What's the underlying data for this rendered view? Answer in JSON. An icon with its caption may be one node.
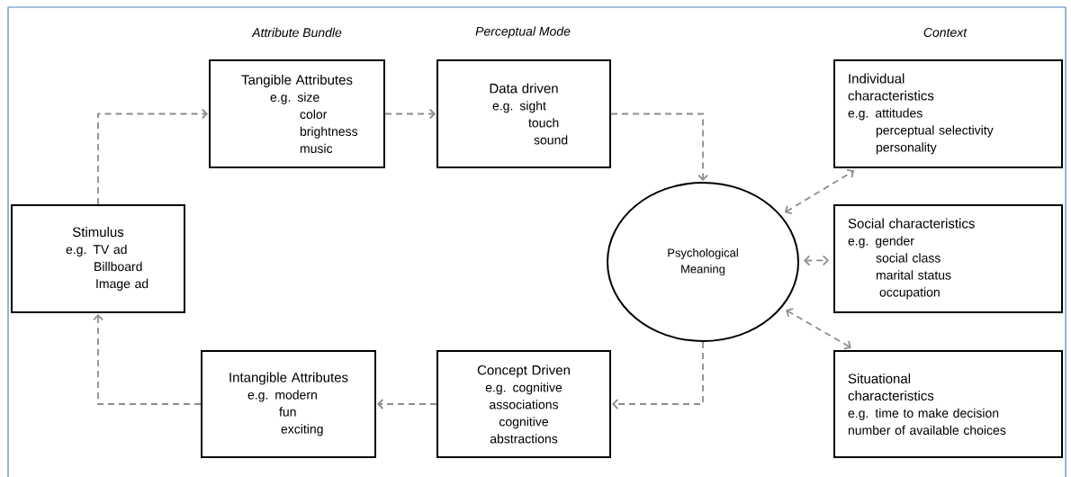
{
  "diagram": {
    "nodes": [
      {
        "text": [
          "Tangible Attributes",
          "e.g. size",
          "color",
          "brightness",
          "music"
        ]
      },
      {
        "text": [
          "Data driven",
          "e.g. sight",
          "touch",
          "sound"
        ]
      },
      {
        "text": [
          "Individual characteristics",
          "e.g. attitudes",
          "perceptual selectivity",
          "personality"
        ]
      },
      {
        "text": [
          "Stimulus",
          "e.g. TV ad",
          "Billboard",
          "Image ad"
        ]
      },
      {
        "text": [
          "Psychological Meaning"
        ]
      },
      {
        "text": [
          "Social characteristics",
          "e.g. gender",
          "social class",
          "marital status",
          "occupation"
        ]
      },
      {
        "text": [
          "Intangible Attributes",
          "e.g. modern",
          "fun",
          "exciting"
        ]
      },
      {
        "text": [
          "Concept Driven",
          "e.g. cognitive associations",
          "cognitive abstractions"
        ]
      },
      {
        "text": [
          "Situational characteristics",
          "e.g. time to make decision",
          "number of available choices"
        ]
      }
    ],
    "edges": [
      {
        "from": 3,
        "to": 0,
        "arrow": "to",
        "style": "dashed"
      },
      {
        "from": 0,
        "to": 1,
        "arrow": "to",
        "style": "dashed"
      },
      {
        "from": 1,
        "to": 4,
        "arrow": "to",
        "style": "dashed"
      },
      {
        "from": 4,
        "to": 2,
        "arrow": "both",
        "style": "dashed"
      },
      {
        "from": 4,
        "to": 5,
        "arrow": "both",
        "style": "dashed"
      },
      {
        "from": 4,
        "to": 8,
        "arrow": "both",
        "style": "dashed"
      },
      {
        "from": 4,
        "to": 7,
        "arrow": "to",
        "style": "dashed"
      },
      {
        "from": 7,
        "to": 6,
        "arrow": "to",
        "style": "dashed"
      },
      {
        "from": 6,
        "to": 3,
        "arrow": "to",
        "style": "dashed"
      }
    ],
    "labels": [
      "Attribute Bundle",
      "Perceptual Mode",
      "Context"
    ]
  }
}
